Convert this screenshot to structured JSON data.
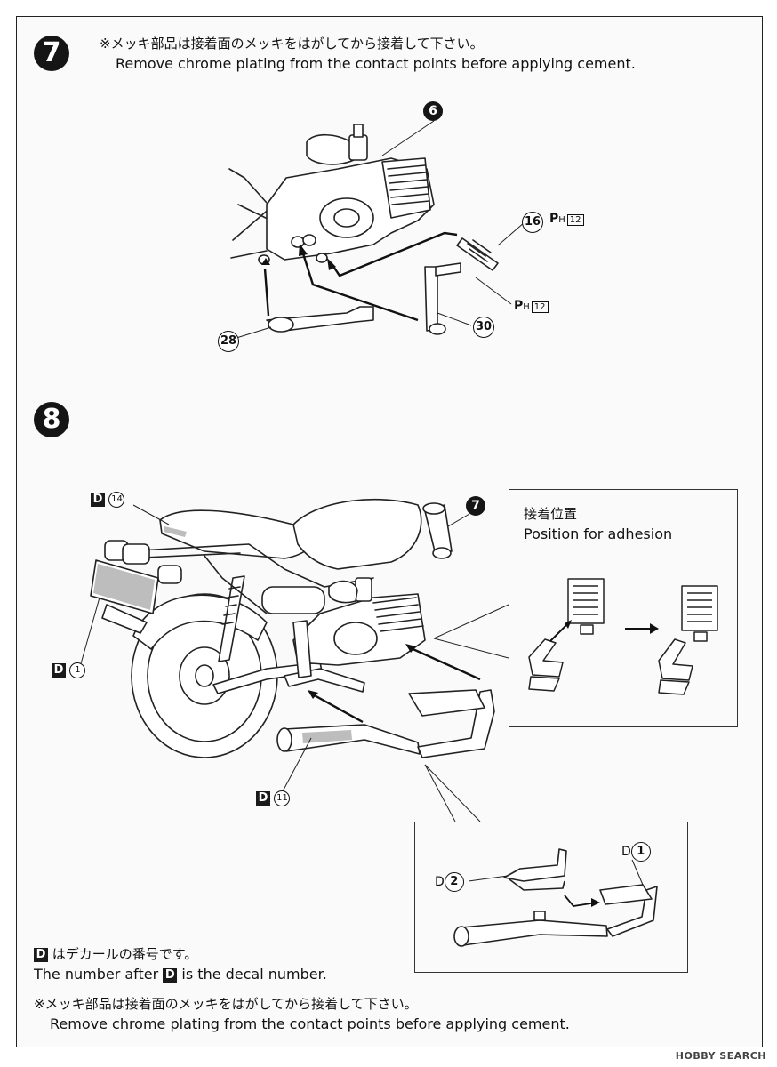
{
  "step7": {
    "number": "7",
    "note_ja": "※メッキ部品は接着面のメッキをはがしてから接着して下さい。",
    "note_en": "Remove chrome plating from the contact points before applying cement.",
    "parts": {
      "engine": "6",
      "bolt": "16",
      "kick_lever": "30",
      "shift_pedal": "28"
    },
    "ph_label": "P",
    "ph_sub": "H",
    "ph_num": "12"
  },
  "step8": {
    "number": "8",
    "sub_assembly": "7",
    "decals": {
      "seat": "14",
      "plate": "1",
      "muffler": "11"
    },
    "decal_letter": "D",
    "inset1": {
      "title_ja": "接着位置",
      "title_en": "Position for adhesion"
    },
    "inset2": {
      "label_d2_letter": "D",
      "label_d2_num": "2",
      "label_d1_letter": "D",
      "label_d1_num": "1"
    }
  },
  "footer": {
    "decal_note_ja": "はデカールの番号です。",
    "decal_note_en_pre": "The number after",
    "decal_note_en_post": "is the decal number.",
    "note_ja": "※メッキ部品は接着面のメッキをはがしてから接着して下さい。",
    "note_en": "Remove chrome plating from the contact points before applying cement."
  },
  "watermark": "HOBBY SEARCH"
}
